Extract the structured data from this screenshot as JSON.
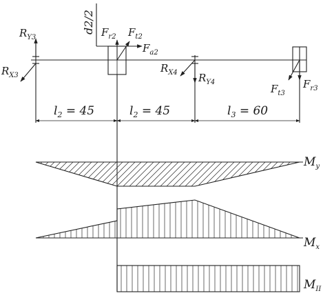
{
  "labels": {
    "d2_half": "d2/2",
    "Ry3": "RY3",
    "Rx3": "RX3",
    "Fr2": "Fr2",
    "Ft2": "Ft2",
    "Fa2": "Fa2",
    "Rx4": "RX4",
    "Ry4": "RY4",
    "Ft3": "Ft3",
    "Fr3": "Fr3",
    "My": "My",
    "Mx": "Mx",
    "MII": "MII"
  },
  "dimensions": [
    {
      "sym": "l",
      "sub": "2",
      "value": "= 45"
    },
    {
      "sym": "l",
      "sub": "2",
      "value": "= 45"
    },
    {
      "sym": "l",
      "sub": "3",
      "value": "= 60"
    }
  ]
}
